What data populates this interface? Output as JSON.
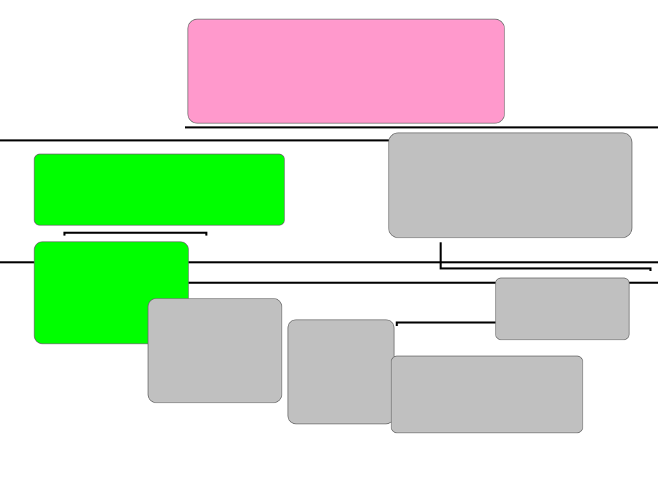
{
  "diagram": {
    "background_color": "#ffffff",
    "connector_color": "#000000",
    "box_border_color": "#6b6b6b",
    "boxes": [
      {
        "id": "pink-box",
        "label": "",
        "fill": "#ff99cc"
      },
      {
        "id": "gray-box-top-right",
        "label": "",
        "fill": "#c0c0c0"
      },
      {
        "id": "green-box-top",
        "label": "",
        "fill": "#00ff00"
      },
      {
        "id": "green-box-bottom",
        "label": "",
        "fill": "#00ff00"
      },
      {
        "id": "gray-box-mid-right",
        "label": "",
        "fill": "#c0c0c0"
      },
      {
        "id": "gray-box-bottom-left",
        "label": "",
        "fill": "#c0c0c0"
      },
      {
        "id": "gray-box-bottom-center",
        "label": "",
        "fill": "#c0c0c0"
      },
      {
        "id": "gray-box-bottom-right",
        "label": "",
        "fill": "#c0c0c0"
      }
    ]
  }
}
